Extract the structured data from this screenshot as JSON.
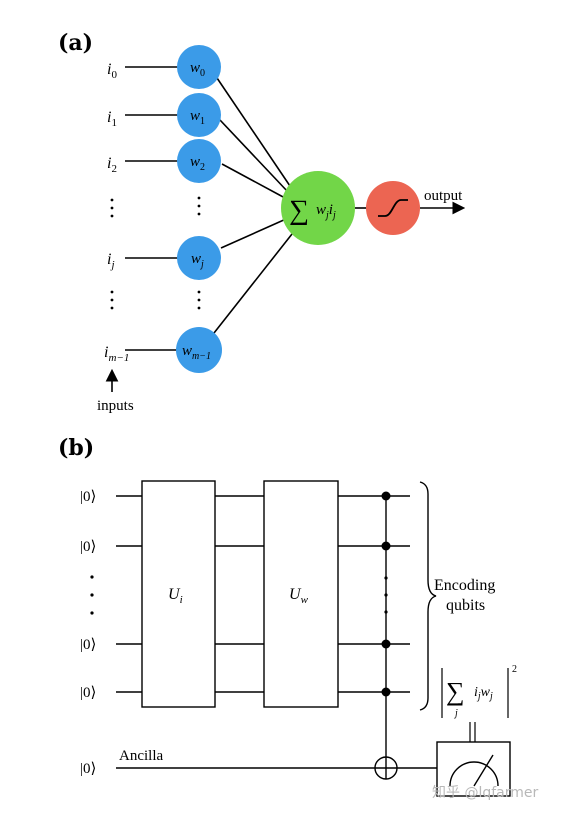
{
  "panel_a": {
    "label": "(a)",
    "inputs": [
      {
        "base": "i",
        "sub": "0"
      },
      {
        "base": "i",
        "sub": "1"
      },
      {
        "base": "i",
        "sub": "2"
      },
      {
        "base": "i",
        "sub": "j"
      },
      {
        "base": "i",
        "sub": "m−1"
      }
    ],
    "weights": [
      {
        "base": "w",
        "sub": "0"
      },
      {
        "base": "w",
        "sub": "1"
      },
      {
        "base": "w",
        "sub": "2"
      },
      {
        "base": "w",
        "sub": "j"
      },
      {
        "base": "w",
        "sub": "m−1"
      }
    ],
    "sum_node": {
      "symbol": "∑",
      "w": "w",
      "w_sub": "j",
      "i": "i",
      "i_sub": "j"
    },
    "output_label": "output",
    "inputs_label": "inputs",
    "colors": {
      "weight": "#3b9be8",
      "sum": "#72d648",
      "activation": "#ec6552"
    }
  },
  "panel_b": {
    "label": "(b)",
    "ket_labels": [
      "|0⟩",
      "|0⟩",
      "|0⟩",
      "|0⟩",
      "|0⟩"
    ],
    "ancilla_ket": "|0⟩",
    "ancilla_label": "Ancilla",
    "gate_ui": {
      "base": "U",
      "sub": "i"
    },
    "gate_uw": {
      "base": "U",
      "sub": "w"
    },
    "brace_label_line1": "Encoding",
    "brace_label_line2": "qubits",
    "measure_formula": {
      "sum": "∑",
      "sub": "j",
      "body": "i",
      "body_sub1": "j",
      "w": "w",
      "w_sub": "j",
      "power": "2"
    }
  },
  "watermark": "知乎 @lqfarmer"
}
